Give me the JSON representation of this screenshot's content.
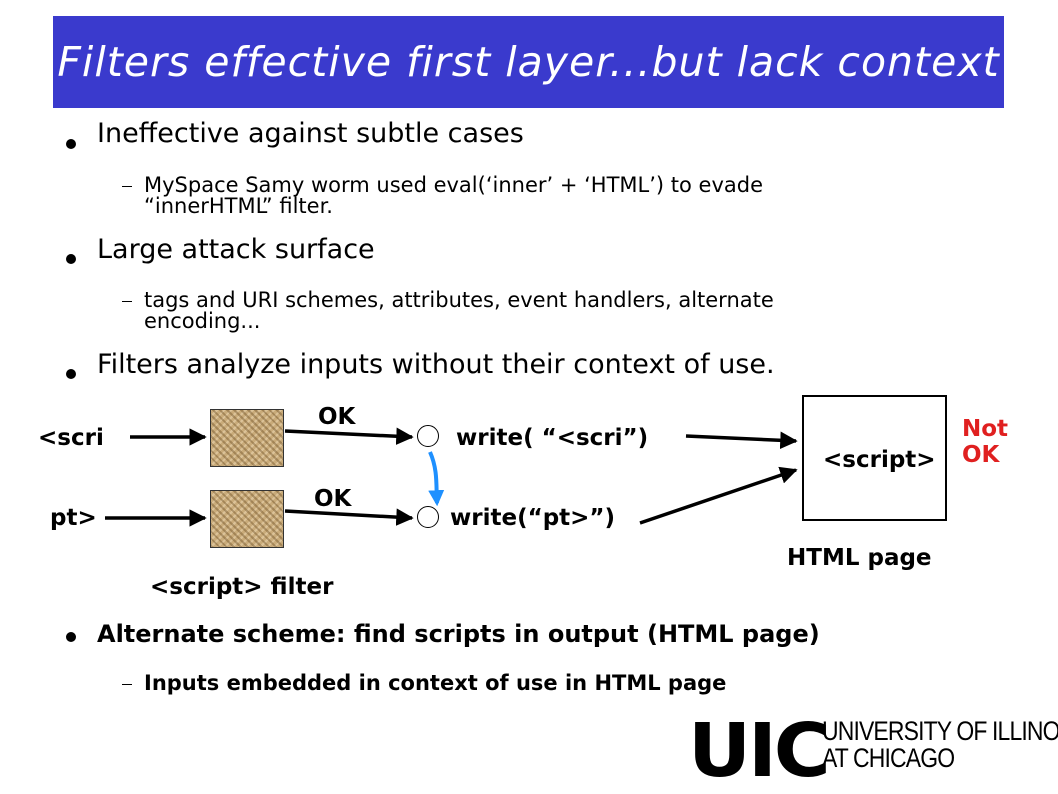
{
  "title": "Filters effective first layer...but lack context",
  "bullets": [
    {
      "text": "Ineffective against subtle cases",
      "sub": "MySpace Samy worm used eval(‘inner’ + ‘HTML’) to evade\n“innerHTML” filter."
    },
    {
      "text": "Large attack surface",
      "sub": "tags and URI schemes, attributes, event handlers, alternate\nencoding..."
    },
    {
      "text": "Filters analyze inputs without their context of use."
    },
    {
      "text": "Alternate scheme: find scripts in output (HTML page)",
      "sub": "Inputs embedded in context of use in HTML page"
    }
  ],
  "diagram": {
    "input1": "<scri",
    "input2": "pt>",
    "ok1": "OK",
    "ok2": "OK",
    "write1": "write( “<scri”)",
    "write2": "write(“pt>”)",
    "page_content": "<script>",
    "not_ok_line1": "Not",
    "not_ok_line2": "OK",
    "page_label": "HTML page",
    "filter_label": "<script> filter"
  },
  "logo": {
    "mark": "UIC",
    "line1": "UNIVERSITY OF ILLINOIS",
    "line2": "AT CHICAGO"
  },
  "colors": {
    "title_bg": "#3a3acd",
    "not_ok": "#e02020",
    "concat_arrow": "#1e90ff"
  }
}
